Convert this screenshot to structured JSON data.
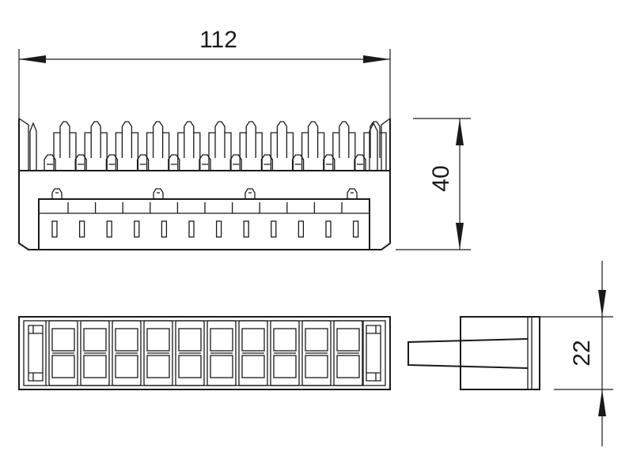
{
  "dimensions": {
    "length": "112",
    "height": "40",
    "depth": "22"
  },
  "colors": {
    "stroke": "#1a1a1a",
    "background": "#ffffff"
  }
}
